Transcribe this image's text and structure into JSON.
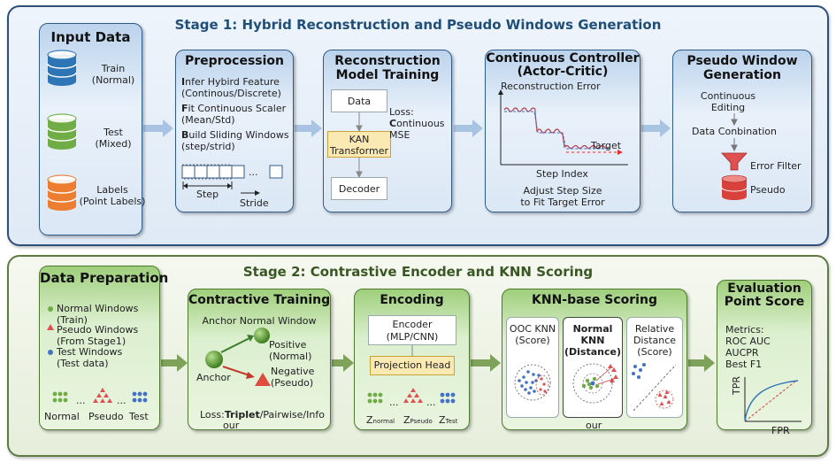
{
  "stage1": {
    "title": "Stage 1: Hybrid Reconstruction and Pseudo Windows Generation",
    "input": {
      "title": "Input Data",
      "items": [
        {
          "l1": "Train",
          "l2": "(Normal)",
          "color": "#2e75b6"
        },
        {
          "l1": "Test",
          "l2": "(Mixed)",
          "color": "#70ad47"
        },
        {
          "l1": "Labels",
          "l2": "(Point Labels)",
          "color": "#ed7d31"
        }
      ]
    },
    "preprocess": {
      "title": "Preprocession",
      "lines": [
        {
          "first": "I",
          "rest": "nfer Hybird Feature",
          "sub": "(Continous/Discrete)"
        },
        {
          "first": "F",
          "rest": "it Continuous Scaler",
          "sub": "(Mean/Std)"
        },
        {
          "first": "B",
          "rest": "uild Sliding Windows",
          "sub": "(step/strid)"
        }
      ],
      "ellipsis": "...",
      "step": "Step",
      "stride": "Stride"
    },
    "recon": {
      "title1": "Reconstruction",
      "title2": "Model Training",
      "data": "Data",
      "kan1": "KAN",
      "kan2": "Transformer",
      "decoder": "Decoder",
      "loss1": "Loss:",
      "loss_first": "C",
      "loss_rest": "ontinuous",
      "loss3": "MSE"
    },
    "controller": {
      "title1": "Continuous Controller",
      "title2": "(Actor-Critic)",
      "ylabel": "Reconstruction Error",
      "xlabel": "Step Index",
      "target": "Target",
      "cap1": "Adjust Step Size",
      "cap2": "to Fit Target Error"
    },
    "pseudo": {
      "title1": "Pseudo Window",
      "title2": "Generation",
      "l1": "Continuous",
      "l2": "Editing",
      "l3": "Data Conbination",
      "filter": "Error Filter",
      "pseudo": "Pseudo"
    }
  },
  "stage2": {
    "title": "Stage 2: Contrastive Encoder and KNN Scoring",
    "prep": {
      "title": "Data Preparation",
      "items": [
        {
          "l1": "Normal Windows",
          "l2": "(Train)",
          "color": "#70ad47"
        },
        {
          "l1": "Pseudo Windows",
          "l2": "(From Stage1)",
          "color": "#e05050"
        },
        {
          "l1": "Test Windows",
          "l2": "(Test data)",
          "color": "#4472c4"
        }
      ],
      "labels": [
        "Normal",
        "Pseudo",
        "Test"
      ],
      "dots": "..."
    },
    "contrast": {
      "title": "Contractive Training",
      "anchor_window": "Anchor Normal Window",
      "positive1": "Positive",
      "positive2": "(Normal)",
      "negative1": "Negative",
      "negative2": "(Pseudo)",
      "anchor": "Anchor",
      "loss_pre": "Loss:",
      "loss_bold": "Triplet",
      "loss_post": "/Pairwise/Info",
      "our": "our"
    },
    "encoding": {
      "title": "Encoding",
      "enc1": "Encoder",
      "enc2": "(MLP/CNN)",
      "proj": "Projection Head",
      "z": "Z",
      "subs": [
        "normal",
        "Pseudo",
        "Test"
      ],
      "dots": "..."
    },
    "knn": {
      "title": "KNN-base Scoring",
      "ooc1": "OOC KNN",
      "ooc2": "(Score)",
      "norm1": "Normal KNN",
      "norm2": "(Distance)",
      "rel1": "Relative",
      "rel2": "Distance",
      "rel3": "(Score)",
      "our": "our"
    },
    "eval": {
      "title1": "Evaluation",
      "title2": "Point Score",
      "metrics": "Metrics:",
      "m1": "ROC AUC",
      "m2": "AUCPR",
      "m3": "Best F1",
      "tpr": "TPR",
      "fpr": "FPR"
    }
  }
}
